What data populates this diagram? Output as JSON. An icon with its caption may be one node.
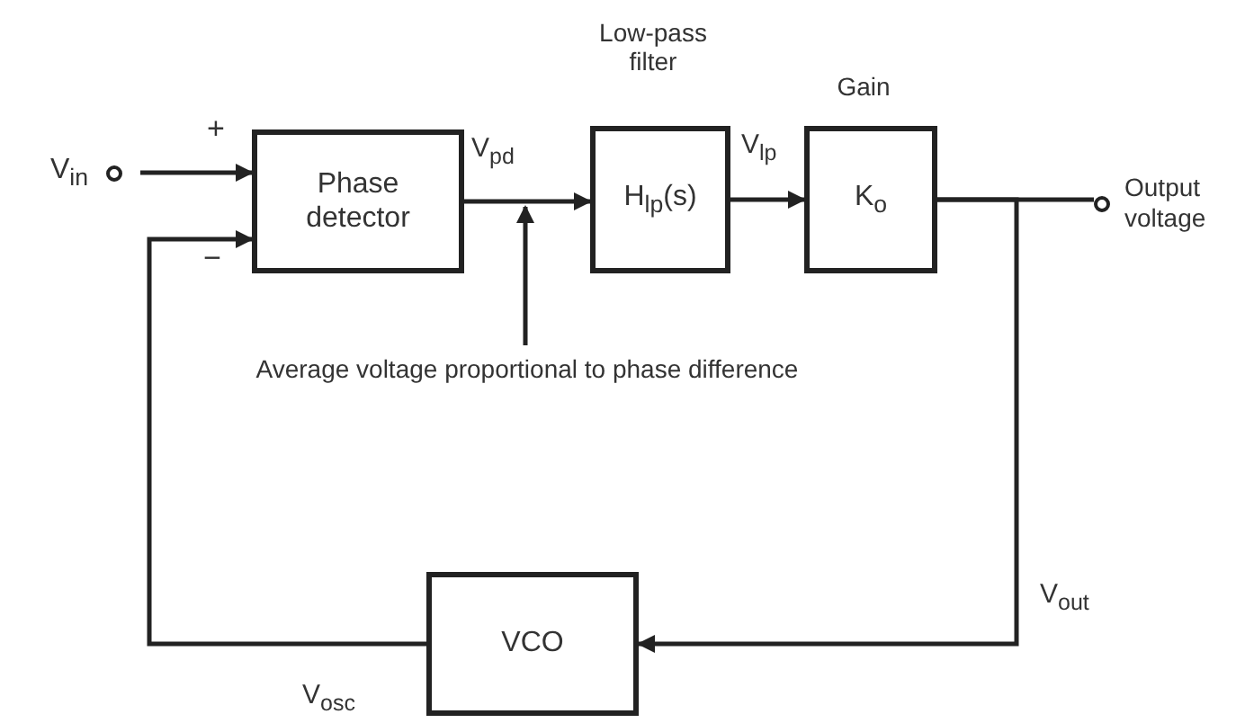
{
  "diagram": {
    "nodes": [
      {
        "text": [
          "V$_{in}$"
        ]
      },
      {
        "text": [
          "Phase detector"
        ]
      },
      {
        "text": [
          "H$_{lp}$(s)"
        ],
        "beside": [
          "Low-pass filter"
        ]
      },
      {
        "text": [
          "K$_{o}$"
        ],
        "beside": [
          "Gain"
        ]
      },
      {
        "text": [
          "Output voltage"
        ]
      },
      {
        "text": [
          "VCO"
        ]
      },
      {
        "text": [
          "Average voltage proportional to phase difference"
        ]
      }
    ],
    "edges": [
      {
        "from": 0,
        "to": 1,
        "arrow": "to"
      },
      {
        "from": 1,
        "to": 2,
        "arrow": "to",
        "label": "V$_{pd}$"
      },
      {
        "from": 2,
        "to": 3,
        "arrow": "to",
        "label": "V$_{lp}$"
      },
      {
        "from": 3,
        "to": 4,
        "arrow": "none"
      },
      {
        "from": 3,
        "to": 5,
        "arrow": "to",
        "label": "V$_{out}$"
      },
      {
        "from": 5,
        "to": 1,
        "arrow": "to",
        "label": "V$_{osc}$"
      },
      {
        "from": 6,
        "to": null,
        "arrow": "to"
      }
    ],
    "labels": [
      "+",
      "−"
    ]
  }
}
